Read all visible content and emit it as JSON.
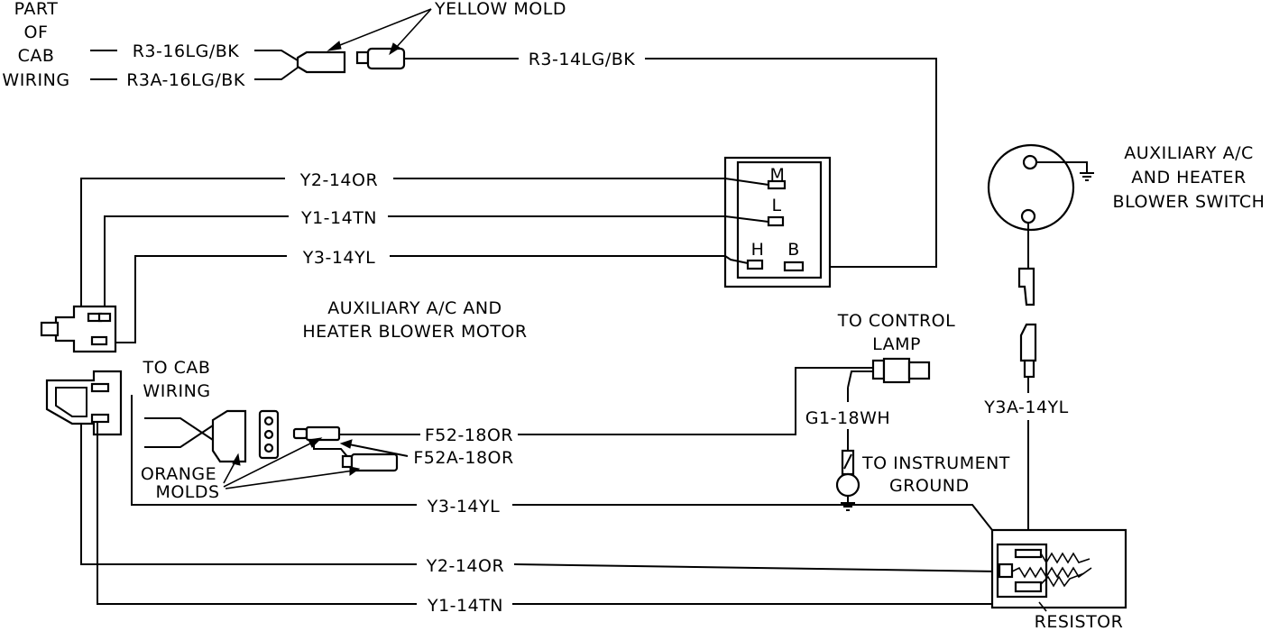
{
  "labels": {
    "part_of_cab_wiring": [
      "PART",
      "OF",
      "CAB",
      "WIRING"
    ],
    "yellow_mold": "YELLOW MOLD",
    "cab_wire_1": "R3-16LG/BK",
    "cab_wire_2": "R3A-16LG/BK",
    "r3_wire": "R3-14LG/BK",
    "y2_motor": "Y2-14OR",
    "y1_motor": "Y1-14TN",
    "y3_motor": "Y3-14YL",
    "motor_title": [
      "AUXILIARY A/C AND",
      "HEATER BLOWER MOTOR"
    ],
    "switch_title": [
      "AUXILIARY A/C",
      "AND HEATER",
      "BLOWER SWITCH"
    ],
    "to_cab_wiring": [
      "TO CAB",
      "WIRING"
    ],
    "orange_molds": [
      "ORANGE",
      "MOLDS"
    ],
    "f52": "F52-18OR",
    "f52a": "F52A-18OR",
    "to_control_lamp": [
      "TO CONTROL",
      "LAMP"
    ],
    "g1": "G1-18WH",
    "to_instrument_ground": [
      "TO INSTRUMENT",
      "GROUND"
    ],
    "y3a": "Y3A-14YL",
    "y3_resistor": "Y3-14YL",
    "y2_resistor": "Y2-14OR",
    "y1_resistor": "Y1-14TN",
    "resistor": "RESISTOR",
    "terminal_m": "M",
    "terminal_l": "L",
    "terminal_h": "H",
    "terminal_b": "B"
  }
}
